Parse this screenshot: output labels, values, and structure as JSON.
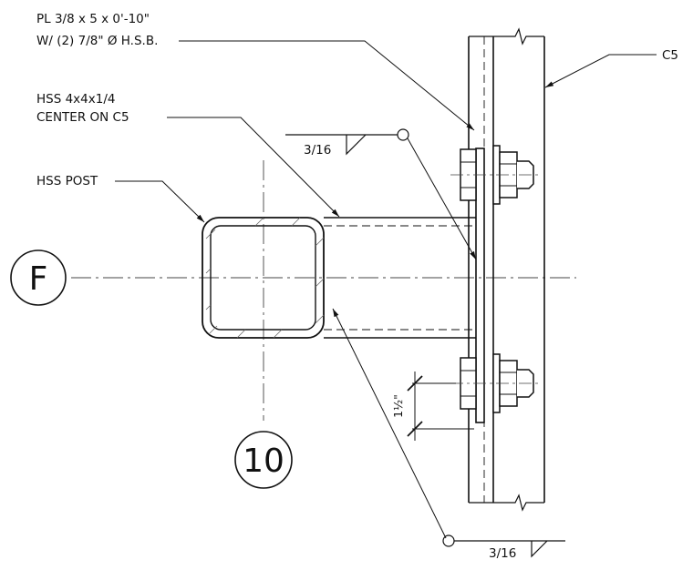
{
  "notes": {
    "plate_line1": "PL 3/8 x 5 x 0'-10\"",
    "plate_line2": "W/ (2) 7/8\" Ø H.S.B.",
    "hss_line1": "HSS 4x4x1/4",
    "hss_line2": "CENTER ON C5",
    "hss_post": "HSS POST",
    "channel": "C5",
    "weld_top": "3/16",
    "weld_bottom": "3/16",
    "dimension": "1½\""
  },
  "bubbles": {
    "grid": "F",
    "detail": "10"
  }
}
